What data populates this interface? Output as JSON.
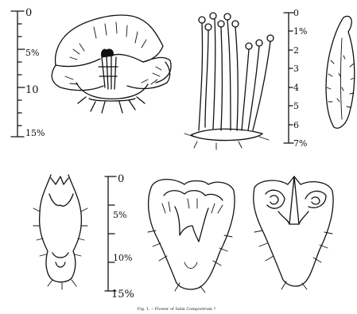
{
  "scales": {
    "scale_a": {
      "ticks": [
        "0",
        "5%",
        "10",
        "15%"
      ]
    },
    "scale_b": {
      "ticks": [
        "0",
        "1%",
        "2",
        "3",
        "4",
        "5",
        "6",
        "7%"
      ]
    },
    "scale_c": {
      "ticks": [
        "0",
        "5%",
        "10%",
        "15%"
      ]
    }
  },
  "figures": [
    {
      "id": "open-flower"
    },
    {
      "id": "stamens"
    },
    {
      "id": "sepal"
    },
    {
      "id": "closed-bud"
    },
    {
      "id": "corolla-open"
    },
    {
      "id": "corolla-section"
    }
  ],
  "caption": "Fig. 1. – Flower of Salix Compostrum ?",
  "colors": {
    "ink": "#111111",
    "paper": "#ffffff"
  }
}
